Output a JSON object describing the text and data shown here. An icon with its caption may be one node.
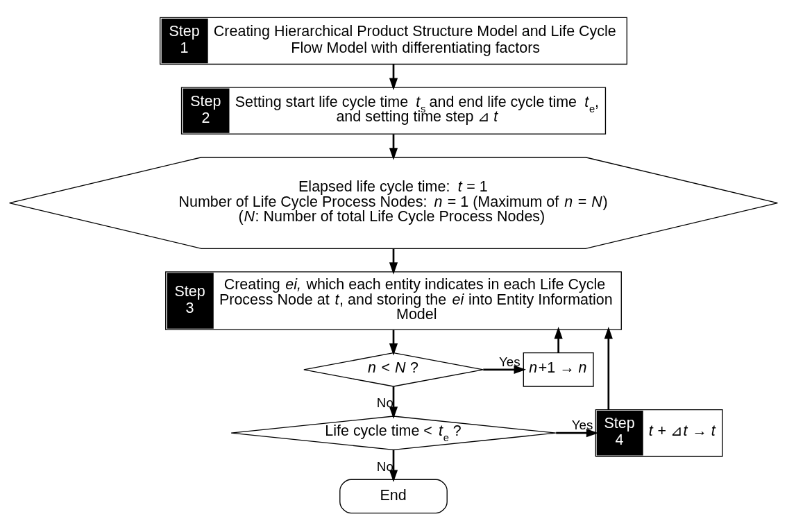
{
  "diagram": {
    "nodes": [
      {
        "text": [
          "Step 1",
          "Creating Hierarchical Product Structure Model and Life Cycle Flow Model with differentiating factors"
        ]
      },
      {
        "text": [
          "Step 2",
          "Setting start life cycle time *t*$_{s}$ and end life cycle time *t*$_{e}$, and setting time step ⊿*t*"
        ]
      },
      {
        "text": [
          "Elapsed life cycle time: *t* = 1",
          "Number of Life Cycle Process Nodes: *n* = 1 (Maximum of *n* = *N*)",
          "(*N*: Number of total Life Cycle Process Nodes)"
        ]
      },
      {
        "text": [
          "Step 3",
          "Creating *ei,* which each entity indicates in each Life Cycle Process Node at *t*, and storing the *ei* into Entity Information Model"
        ]
      },
      {
        "text": [
          "*n* < *N* ?"
        ]
      },
      {
        "text": [
          "*n*+1 → *n*"
        ]
      },
      {
        "text": [
          "Life cycle time < *t*$_{e}$ ?"
        ]
      },
      {
        "text": [
          "Step 4",
          "*t* + ⊿*t* → *t*"
        ]
      },
      {
        "text": [
          "End"
        ]
      }
    ],
    "edges": [
      {
        "from": 0,
        "to": 1,
        "arrow": "to"
      },
      {
        "from": 1,
        "to": 2,
        "arrow": "to"
      },
      {
        "from": 2,
        "to": 3,
        "arrow": "to"
      },
      {
        "from": 3,
        "to": 4,
        "arrow": "to"
      },
      {
        "from": 4,
        "to": 5,
        "arrow": "to",
        "label": "Yes"
      },
      {
        "from": 4,
        "to": 6,
        "arrow": "to",
        "label": "No"
      },
      {
        "from": 6,
        "to": 7,
        "arrow": "to",
        "label": "Yes"
      },
      {
        "from": 6,
        "to": 8,
        "arrow": "to",
        "label": "No"
      },
      {
        "from": 5,
        "to": 3,
        "arrow": "to"
      },
      {
        "from": 7,
        "to": 3,
        "arrow": "to"
      }
    ]
  }
}
